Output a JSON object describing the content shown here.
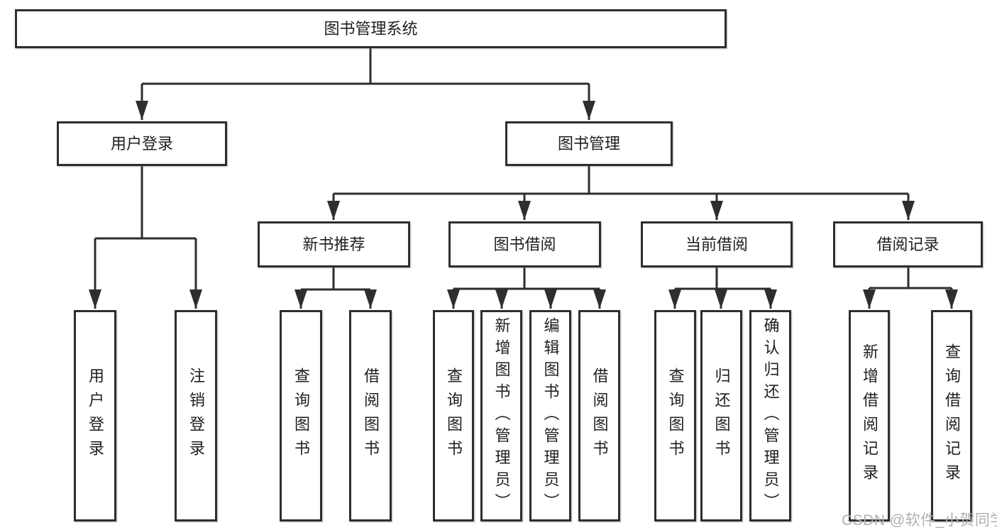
{
  "tree": {
    "root": {
      "label": "图书管理系统"
    },
    "branches": [
      {
        "label": "用户登录",
        "children": [
          {
            "label": "用户登录"
          },
          {
            "label": "注销登录"
          }
        ]
      },
      {
        "label": "图书管理",
        "children": [
          {
            "label": "新书推荐",
            "children": [
              {
                "label": "查询图书"
              },
              {
                "label": "借阅图书"
              }
            ]
          },
          {
            "label": "图书借阅",
            "children": [
              {
                "label": "查询图书"
              },
              {
                "label": "新增图书（管理员）"
              },
              {
                "label": "编辑图书（管理员）"
              },
              {
                "label": "借阅图书"
              }
            ]
          },
          {
            "label": "当前借阅",
            "children": [
              {
                "label": "查询图书"
              },
              {
                "label": "归还图书"
              },
              {
                "label": "确认归还（管理员）"
              }
            ]
          },
          {
            "label": "借阅记录",
            "children": [
              {
                "label": "新增借阅记录"
              },
              {
                "label": "查询借阅记录"
              }
            ]
          }
        ]
      }
    ]
  },
  "watermark": {
    "text": "CSDN @软件_小贺同学"
  },
  "colors": {
    "line": "#2e2e2e",
    "box_border": "#2e2e2e",
    "box_fill": "#ffffff",
    "text": "#1f1f1f",
    "background": "#ffffff",
    "watermark": "#b0b0b0"
  }
}
